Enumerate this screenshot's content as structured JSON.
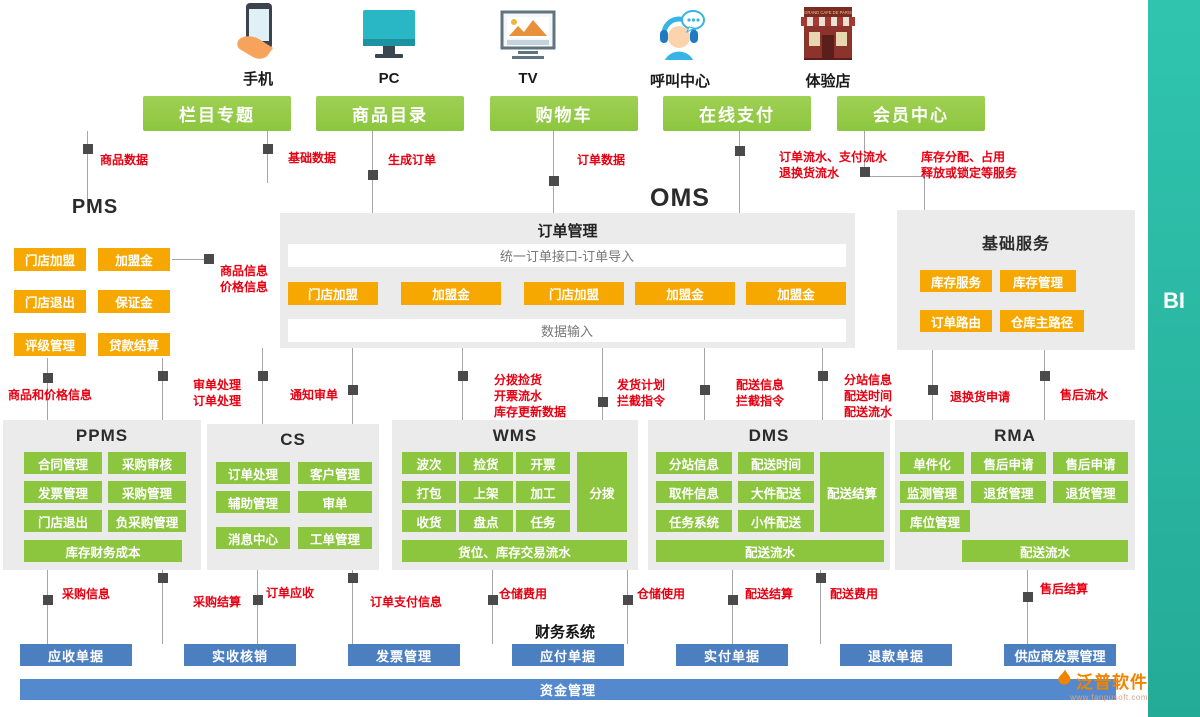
{
  "bi": {
    "label": "BI"
  },
  "channels": [
    {
      "label": "手机"
    },
    {
      "label": "PC"
    },
    {
      "label": "TV"
    },
    {
      "label": "呼叫中心"
    },
    {
      "label": "体验店"
    }
  ],
  "store_sign": "GRAND CAFE DE PARIS",
  "front": {
    "buttons": [
      "栏目专题",
      "商品目录",
      "购物车",
      "在线支付",
      "会员中心"
    ]
  },
  "flows": {
    "top": [
      "商品数据",
      "基础数据",
      "生成订单",
      "订单数据",
      "订单流水、支付流水\n退换货流水",
      "库存分配、占用\n释放或锁定等服务"
    ],
    "pms_oms": "商品信息\n价格信息",
    "mid": [
      "商品和价格信息",
      "审单处理\n订单处理",
      "通知审单",
      "分拨捡货\n开票流水\n库存更新数据",
      "发货计划\n拦截指令",
      "配送信息\n拦截指令",
      "分站信息\n配送时间\n配送流水",
      "退换货申请",
      "售后流水"
    ],
    "bottom": [
      "采购信息",
      "采购结算",
      "订单应收",
      "订单支付信息",
      "仓储费用",
      "仓储使用",
      "配送结算",
      "配送费用",
      "售后结算"
    ]
  },
  "pms": {
    "title": "PMS",
    "buttons": [
      "门店加盟",
      "加盟金",
      "门店退出",
      "保证金",
      "评级管理",
      "贷款结算"
    ]
  },
  "oms": {
    "title": "OMS",
    "panel_title": "订单管理",
    "top_bar": "统一订单接口-订单导入",
    "buttons": [
      "门店加盟",
      "加盟金",
      "门店加盟",
      "加盟金",
      "加盟金"
    ],
    "bottom_bar": "数据输入"
  },
  "base_services": {
    "title": "基础服务",
    "buttons": [
      "库存服务",
      "库存管理",
      "订单路由",
      "仓库主路径"
    ]
  },
  "ppms": {
    "title": "PPMS",
    "buttons": [
      "合同管理",
      "采购审核",
      "发票管理",
      "采购管理",
      "门店退出",
      "负采购管理"
    ],
    "wide": "库存财务成本"
  },
  "cs": {
    "title": "CS",
    "buttons": [
      "订单处理",
      "客户管理",
      "辅助管理",
      "审单",
      "消息中心",
      "工单管理"
    ]
  },
  "wms": {
    "title": "WMS",
    "buttons": [
      "波次",
      "捡货",
      "开票",
      "打包",
      "上架",
      "加工",
      "收货",
      "盘点",
      "任务"
    ],
    "tall": "分拨",
    "wide": "货位、库存交易流水"
  },
  "dms": {
    "title": "DMS",
    "buttons": [
      "分站信息",
      "配送时间",
      "取件信息",
      "大件配送",
      "任务系统",
      "小件配送"
    ],
    "tall": "配送结算",
    "wide": "配送流水"
  },
  "rma": {
    "title": "RMA",
    "buttons": [
      "单件化",
      "售后申请",
      "售后申请",
      "监测管理",
      "退货管理",
      "退货管理",
      "库位管理"
    ],
    "wide": "配送流水"
  },
  "finance": {
    "title": "财务系统",
    "buttons": [
      "应收单据",
      "实收核销",
      "发票管理",
      "应付单据",
      "实付单据",
      "退款单据",
      "供应商发票管理"
    ],
    "wide": "资金管理"
  },
  "logo": {
    "name": "泛普软件",
    "url": "www.fanpusoft.com"
  },
  "colors": {
    "green": "#8CC63F",
    "orange": "#F7A800",
    "blue": "#4C7FC0",
    "red": "#E60012",
    "teal": "#29BCA7"
  }
}
